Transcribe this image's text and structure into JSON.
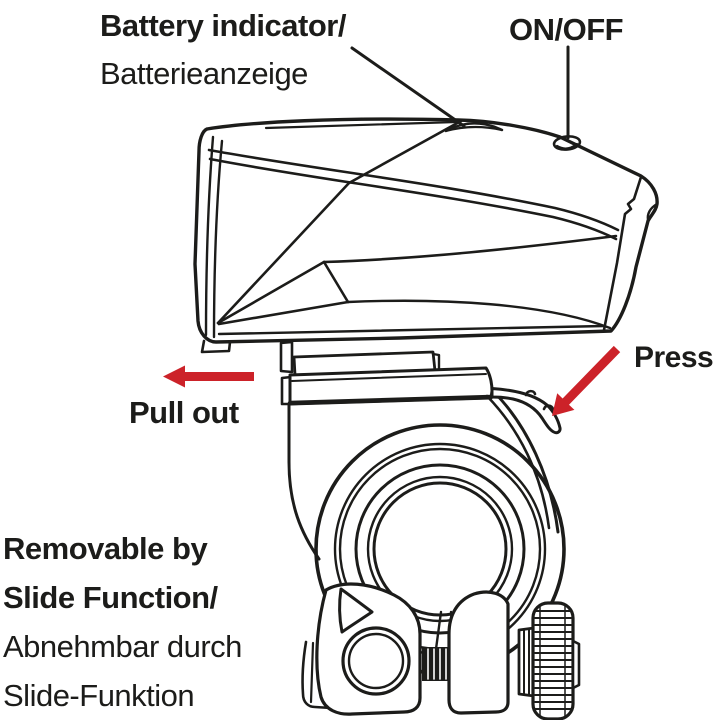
{
  "colors": {
    "ink": "#1c1c1a",
    "accent_red": "#cc2229",
    "background": "#ffffff"
  },
  "labels": {
    "battery": {
      "line1": "Battery indicator/",
      "line2": "Batterieanzeige"
    },
    "on_off": "ON/OFF",
    "press": "Press",
    "pull_out": "Pull out",
    "removable": {
      "line1": "Removable by",
      "line2": "Slide Function/",
      "line3": "Abnehmbar durch",
      "line4": "Slide-Funktion"
    }
  },
  "drawing": {
    "subject": "front bicycle lamp on handlebar clamp mount",
    "parts": [
      "lamp-housing",
      "battery-indicator-window",
      "on-off-button",
      "mount-bracket-rail",
      "release-latch-lever",
      "handlebar-clamp-ring",
      "clamp-bolt-hole",
      "threaded-clamp-screw",
      "knurled-thumbscrew-wheel"
    ]
  }
}
